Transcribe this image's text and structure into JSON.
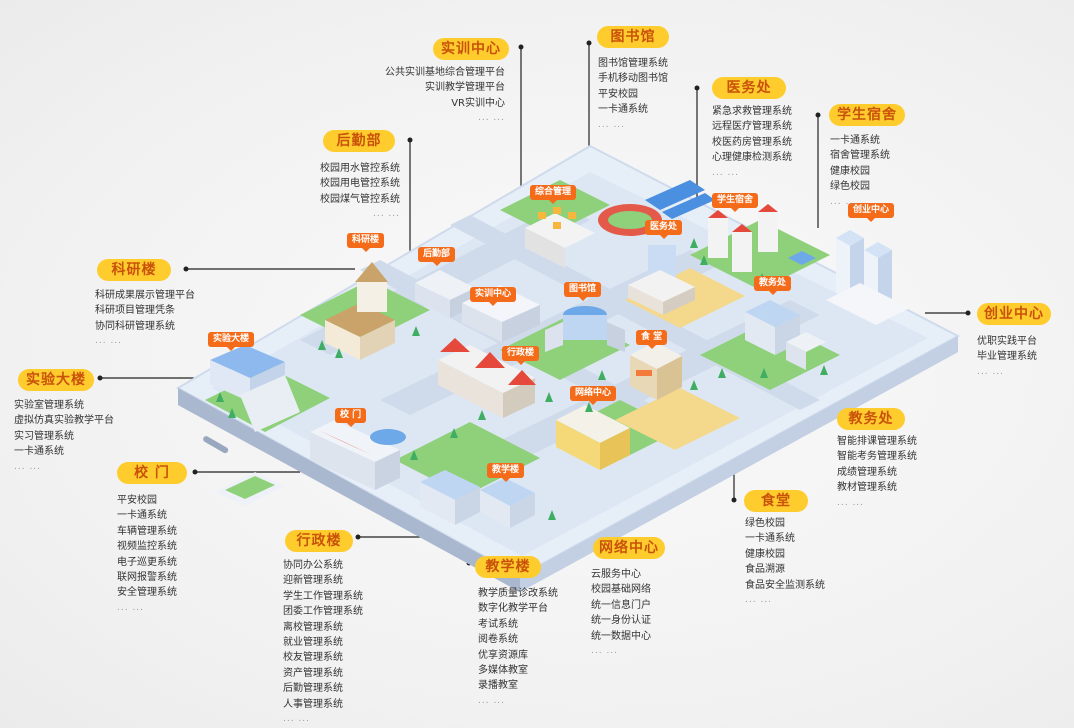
{
  "colors": {
    "pill_bg": "#ffcc2e",
    "pill_text": "#c9520a",
    "tag_bg": "#f46b1a",
    "platform": "#e2ebf7",
    "grass": "#8fd07a",
    "roof_orange": "#f37a3a",
    "roof_red": "#e5493b",
    "glass": "#6da8e8"
  },
  "groups": [
    {
      "id": "training",
      "title": "实训中心",
      "items": [
        "公共实训基地综合管理平台",
        "实训教学管理平台",
        "VR实训中心"
      ],
      "more": "... ..."
    },
    {
      "id": "library",
      "title": "图书馆",
      "items": [
        "图书馆管理系统",
        "手机移动图书馆",
        "平安校园",
        "一卡通系统"
      ],
      "more": "... ..."
    },
    {
      "id": "clinic",
      "title": "医务处",
      "items": [
        "紧急求救管理系统",
        "远程医疗管理系统",
        "校医药房管理系统",
        "心理健康检测系统"
      ],
      "more": "... ..."
    },
    {
      "id": "dorm",
      "title": "学生宿舍",
      "items": [
        "一卡通系统",
        "宿舍管理系统",
        "健康校园",
        "绿色校园"
      ],
      "more": "... ..."
    },
    {
      "id": "logistics",
      "title": "后勤部",
      "items": [
        "校园用水管控系统",
        "校园用电管控系统",
        "校园煤气管控系统"
      ],
      "more": "... ..."
    },
    {
      "id": "research",
      "title": "科研楼",
      "items": [
        "科研成果展示管理平台",
        "科研项目管理凭条",
        "协同科研管理系统"
      ],
      "more": "... ..."
    },
    {
      "id": "lab",
      "title": "实验大楼",
      "items": [
        "实验室管理系统",
        "虚拟仿真实验教学平台",
        "实习管理系统",
        "一卡通系统"
      ],
      "more": "... ..."
    },
    {
      "id": "gate",
      "title": "校 门",
      "items": [
        "平安校园",
        "一卡通系统",
        "车辆管理系统",
        "视频监控系统",
        "电子巡更系统",
        "联网报警系统",
        "安全管理系统"
      ],
      "more": "... ..."
    },
    {
      "id": "admin",
      "title": "行政楼",
      "items": [
        "协同办公系统",
        "迎新管理系统",
        "学生工作管理系统",
        "团委工作管理系统",
        "离校管理系统",
        "就业管理系统",
        "校友管理系统",
        "资产管理系统",
        "后勤管理系统",
        "人事管理系统"
      ],
      "more": "... ..."
    },
    {
      "id": "teaching",
      "title": "教学楼",
      "items": [
        "教学质量诊改系统",
        "数字化教学平台",
        "考试系统",
        "阅卷系统",
        "优享资源库",
        "多媒体教室",
        "录播教室"
      ],
      "more": "... ..."
    },
    {
      "id": "network",
      "title": "网络中心",
      "items": [
        "云服务中心",
        "校园基础网络",
        "统一信息门户",
        "统一身份认证",
        "统一数据中心"
      ],
      "more": "... ..."
    },
    {
      "id": "canteen",
      "title": "食堂",
      "items": [
        "绿色校园",
        "一卡通系统",
        "健康校园",
        "食品溯源",
        "食品安全监测系统"
      ],
      "more": "... ..."
    },
    {
      "id": "academic",
      "title": "教务处",
      "items": [
        "智能排课管理系统",
        "智能考务管理系统",
        "成绩管理系统",
        "教材管理系统"
      ],
      "more": "... ..."
    },
    {
      "id": "startup",
      "title": "创业中心",
      "items": [
        "优职实践平台",
        "毕业管理系统"
      ],
      "more": "... ..."
    }
  ],
  "tags": [
    "综合管理",
    "医务处",
    "学生宿舍",
    "创业中心",
    "科研楼",
    "后勤部",
    "实训中心",
    "图书馆",
    "教务处",
    "实验大楼",
    "行政楼",
    "食 堂",
    "网络中心",
    "校 门",
    "教学楼"
  ]
}
